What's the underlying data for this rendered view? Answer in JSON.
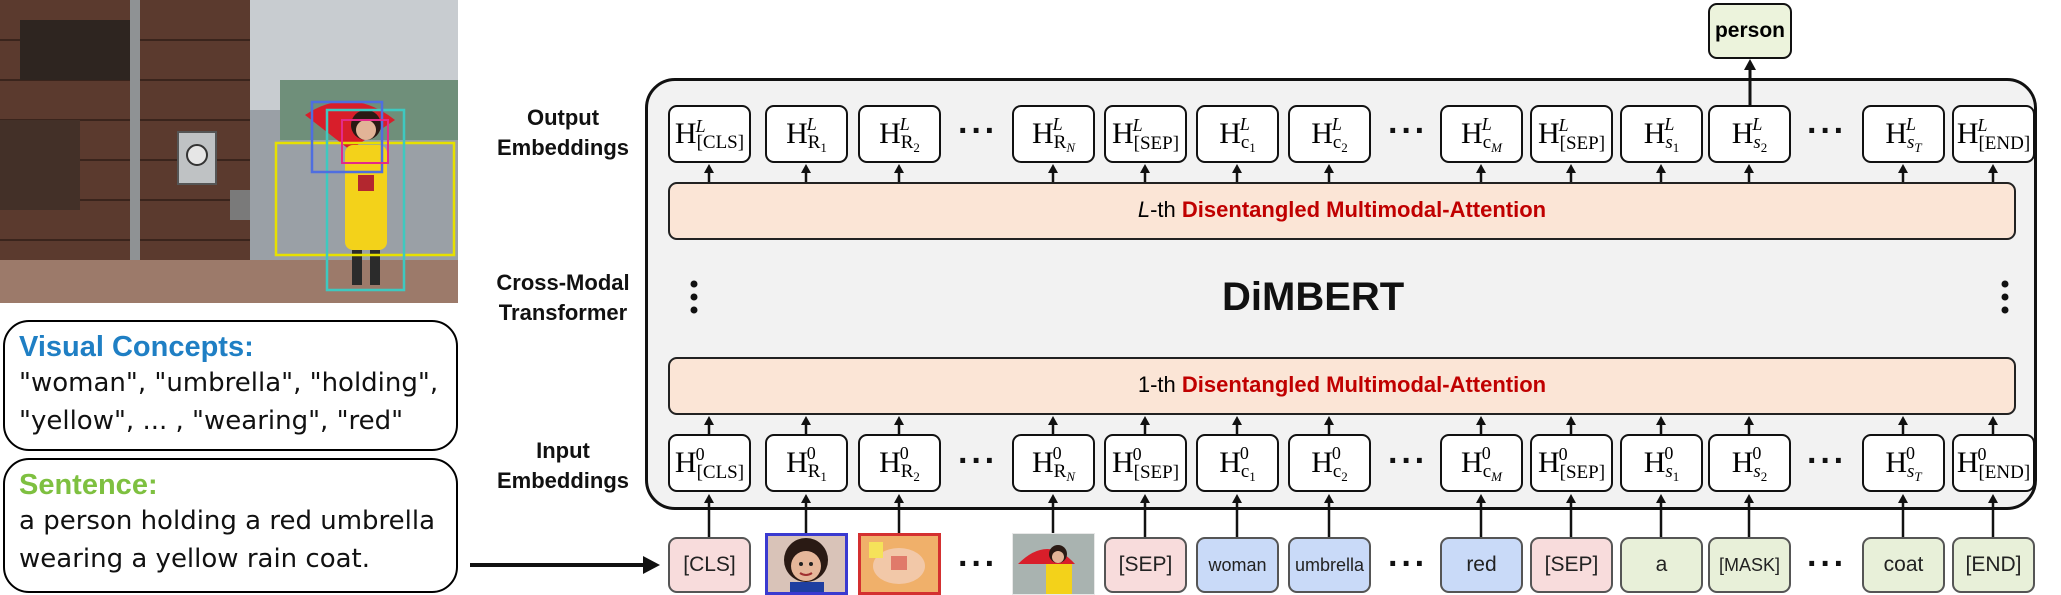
{
  "visual_concepts": {
    "title": "Visual Concepts:",
    "line1": "\"woman\", \"umbrella\", \"holding\",",
    "line2": "\"yellow\", ... , \"wearing\", \"red\""
  },
  "sentence": {
    "title": "Sentence:",
    "line1": "a person holding a red umbrella",
    "line2": "wearing a yellow rain coat."
  },
  "labels": {
    "output_1": "Output",
    "output_2": "Embeddings",
    "cross_1": "Cross-Modal",
    "cross_2": "Transformer",
    "input_1": "Input",
    "input_2": "Embeddings"
  },
  "model_name": "DiMBERT",
  "attention": {
    "top_prefix_italic": "L",
    "top_prefix_rest": "-th",
    "bottom_prefix": "1-th",
    "name": "Disentangled Multimodal-Attention"
  },
  "output_word": "person",
  "tokens": [
    "[CLS]",
    "[SEP]",
    "woman",
    "umbrella",
    "red",
    "[SEP]",
    "a",
    "[MASK]",
    "coat",
    "[END]"
  ],
  "colors": {
    "accent_red": "#c00000",
    "visual_blue": "#1f7fc4",
    "sentence_green": "#7ec040",
    "attention_fill": "#fbe5d6",
    "panel_fill": "#f2f2f2"
  }
}
